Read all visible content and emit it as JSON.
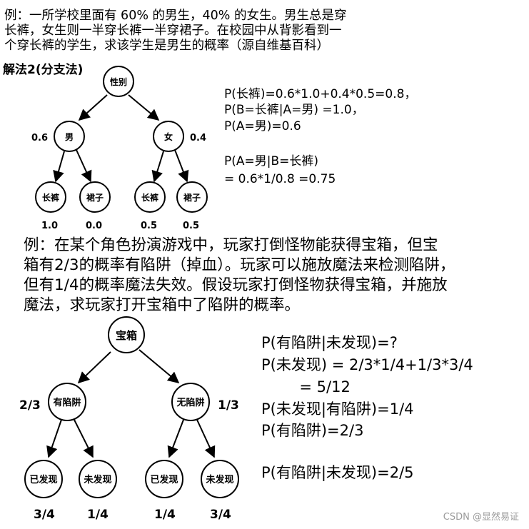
{
  "example1": {
    "lines": [
      "例：一所学校里面有 60% 的男生，40% 的女生。男生总是穿",
      "长裤，女生则一半穿长裤一半穿裙子。在校园中从背影看到一",
      "个穿长裤的学生，求该学生是男生的概率（源自维基百科）"
    ],
    "method_heading": "解法2(分支法)",
    "tree": {
      "root": "性别",
      "branches": [
        {
          "node": "男",
          "prob": "0.6",
          "children": [
            {
              "node": "长裤",
              "prob": "1.0"
            },
            {
              "node": "裙子",
              "prob": "0.0"
            }
          ]
        },
        {
          "node": "女",
          "prob": "0.4",
          "children": [
            {
              "node": "长裤",
              "prob": "0.5"
            },
            {
              "node": "裙子",
              "prob": "0.5"
            }
          ]
        }
      ]
    },
    "equations": [
      "P(长裤)=0.6*1.0+0.4*0.5=0.8，",
      "P(B=长裤|A=男) =1.0，",
      "P(A=男)=0.6",
      "",
      "P(A=男|B=长裤)",
      "= 0.6*1/0.8 =0.75"
    ]
  },
  "example2": {
    "lines": [
      "例：在某个角色扮演游戏中，玩家打倒怪物能获得宝箱，但宝",
      "箱有2/3的概率有陷阱（掉血）。玩家可以施放魔法来检测陷阱，",
      "但有1/4的概率魔法失效。假设玩家打倒怪物获得宝箱，并施放",
      "魔法，求玩家打开宝箱中了陷阱的概率。"
    ],
    "tree": {
      "root": "宝箱",
      "branches": [
        {
          "node": "有陷阱",
          "prob": "2/3",
          "children": [
            {
              "node": "已发现",
              "prob": "3/4"
            },
            {
              "node": "未发现",
              "prob": "1/4"
            }
          ]
        },
        {
          "node": "无陷阱",
          "prob": "1/3",
          "children": [
            {
              "node": "已发现",
              "prob": "1/4"
            },
            {
              "node": "未发现",
              "prob": "3/4"
            }
          ]
        }
      ]
    },
    "equations": [
      "P(有陷阱|未发现)=?",
      "P(未发现) = 2/3*1/4+1/3*3/4",
      "        = 5/12",
      "P(未发现|有陷阱)=1/4",
      "P(有陷阱)=2/3",
      "",
      "P(有陷阱|未发现)=2/5"
    ]
  },
  "watermark": "CSDN @显然易证"
}
